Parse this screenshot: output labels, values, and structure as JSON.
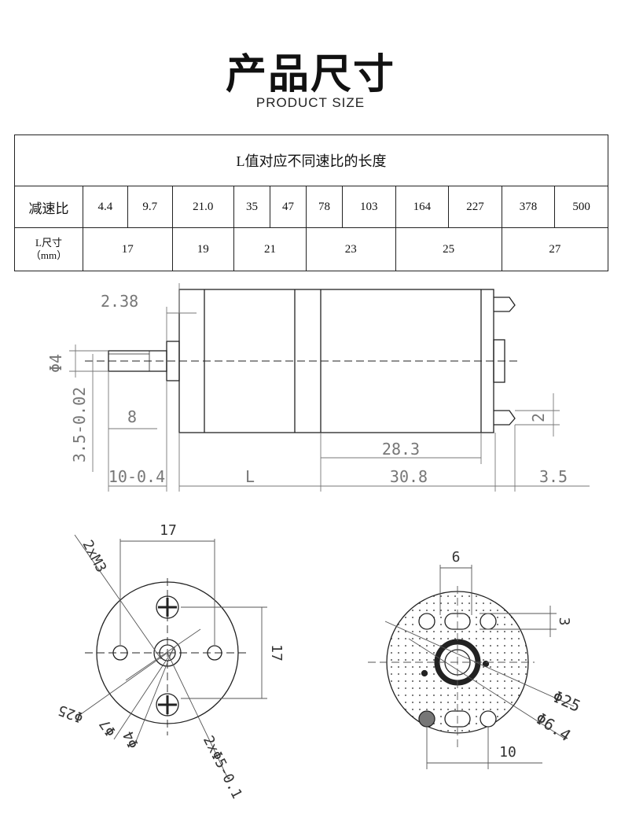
{
  "header": {
    "title_cn": "产品尺寸",
    "title_en": "PRODUCT SIZE"
  },
  "table": {
    "caption": "L值对应不同速比的长度",
    "ratio_label": "减速比",
    "length_label_line1": "L尺寸",
    "length_label_line2": "（mm）",
    "ratios": [
      "4.4",
      "9.7",
      "21.0",
      "35",
      "47",
      "78",
      "103",
      "164",
      "227",
      "378",
      "500"
    ],
    "lengths": [
      {
        "value": "17",
        "span": 2
      },
      {
        "value": "19",
        "span": 1
      },
      {
        "value": "21",
        "span": 2
      },
      {
        "value": "23",
        "span": 2
      },
      {
        "value": "25",
        "span": 2
      },
      {
        "value": "27",
        "span": 2
      }
    ]
  },
  "side_view": {
    "dim_top": "2.38",
    "dim_shaft_dia": "Φ4",
    "dim_flat": "3.5-0.02",
    "dim_flat_len": "8",
    "dim_shaft_len": "10-0.4",
    "dim_L": "L",
    "dim_body": "30.8",
    "dim_inner": "28.3",
    "dim_tail": "3.5",
    "dim_terminal": "2"
  },
  "front_view": {
    "dim_holes_spacing": "17",
    "dim_vertical": "17",
    "label_m3": "2xM3",
    "label_dia25": "Φ25",
    "label_dia7": "Φ7",
    "label_dia4": "Φ4",
    "label_holes": "2xΦ5-0.1"
  },
  "rear_view": {
    "dim_top": "6",
    "dim_side": "3",
    "dim_bottom": "10",
    "label_dia25": "Φ25",
    "label_dia64": "Φ6.4"
  }
}
